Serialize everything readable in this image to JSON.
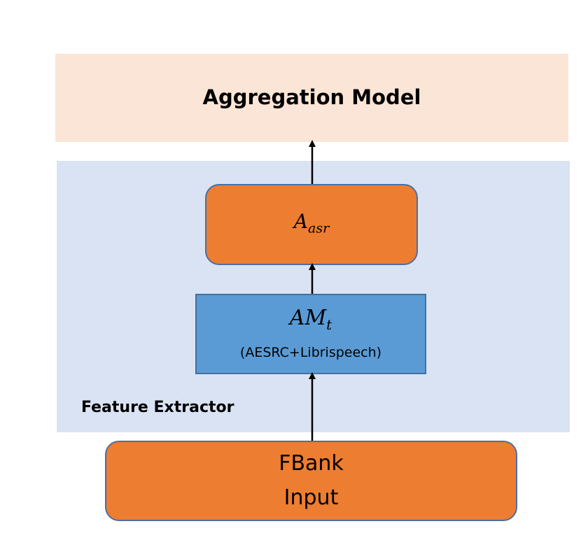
{
  "aggregation": {
    "title": "Aggregation Model"
  },
  "feature_extractor": {
    "label": "Feature Extractor"
  },
  "asr_block": {
    "symbol": "A",
    "subscript": "asr"
  },
  "am_block": {
    "symbol": "AM",
    "subscript": "t",
    "caption": "(AESRC+Librispeech)"
  },
  "input_block": {
    "line1": "FBank",
    "line2": "Input"
  },
  "colors": {
    "aggregation_bg": "#fbe5d6",
    "feature_extractor_bg": "#dae3f3",
    "orange_block": "#ed7d31",
    "blue_block": "#5b9bd5"
  }
}
